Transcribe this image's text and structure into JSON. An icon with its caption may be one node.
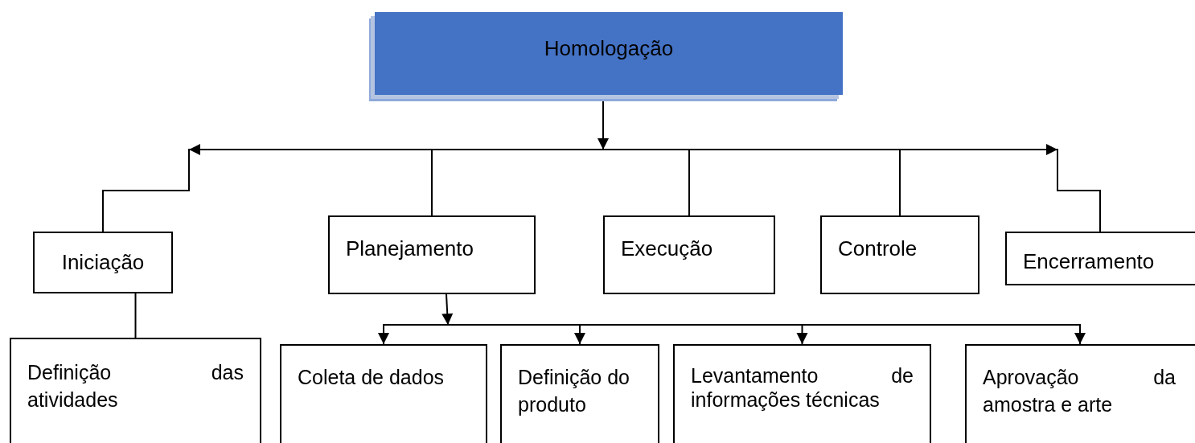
{
  "diagram": {
    "nodes": [
      {
        "text": [
          "Homologação"
        ]
      },
      {
        "text": [
          "Iniciação"
        ]
      },
      {
        "text": [
          "Planejamento"
        ]
      },
      {
        "text": [
          "Execução"
        ]
      },
      {
        "text": [
          "Controle"
        ]
      },
      {
        "text": [
          "Encerramento"
        ]
      },
      {
        "text": [
          "Definição das atividades"
        ]
      },
      {
        "text": [
          "Coleta de dados"
        ]
      },
      {
        "text": [
          "Definição do produto"
        ]
      },
      {
        "text": [
          "Levantamento de informações técnicas"
        ]
      },
      {
        "text": [
          "Aprovação da amostra e arte"
        ]
      }
    ],
    "edges": [
      {
        "from": 0,
        "to": 1,
        "arrow": "to"
      },
      {
        "from": 0,
        "to": 2,
        "arrow": "none"
      },
      {
        "from": 0,
        "to": 3,
        "arrow": "none"
      },
      {
        "from": 0,
        "to": 4,
        "arrow": "none"
      },
      {
        "from": 0,
        "to": 5,
        "arrow": "to"
      },
      {
        "from": 1,
        "to": 6,
        "arrow": "none"
      },
      {
        "from": 2,
        "to": 7,
        "arrow": "to"
      },
      {
        "from": 2,
        "to": 8,
        "arrow": "to"
      },
      {
        "from": 2,
        "to": 9,
        "arrow": "to"
      },
      {
        "from": 2,
        "to": 10,
        "arrow": "to"
      }
    ]
  }
}
